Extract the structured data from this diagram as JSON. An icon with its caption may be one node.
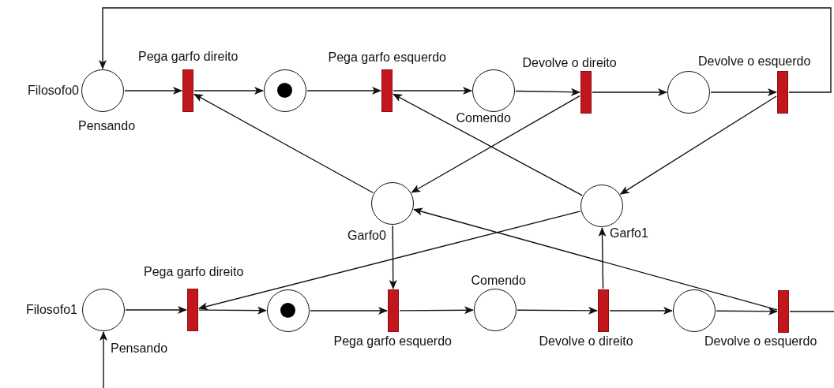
{
  "diagram": {
    "nodes": [
      {
        "text": [],
        "shape": "circle",
        "beside": [
          "Filosofo0",
          "Pensando"
        ]
      },
      {
        "text": [],
        "shape": "bar",
        "beside": [
          "Pega garfo direito"
        ]
      },
      {
        "text": [],
        "shape": "marked-circle"
      },
      {
        "text": [],
        "shape": "bar",
        "beside": [
          "Pega garfo esquerdo"
        ]
      },
      {
        "text": [],
        "shape": "circle",
        "beside": [
          "Comendo"
        ]
      },
      {
        "text": [],
        "shape": "bar",
        "beside": [
          "Devolve o direito"
        ]
      },
      {
        "text": [],
        "shape": "circle"
      },
      {
        "text": [],
        "shape": "bar",
        "beside": [
          "Devolve o esquerdo"
        ]
      },
      {
        "text": [],
        "shape": "circle",
        "beside": [
          "Garfo0"
        ]
      },
      {
        "text": [],
        "shape": "circle",
        "beside": [
          "Garfo1"
        ]
      },
      {
        "text": [],
        "shape": "circle",
        "beside": [
          "Filosofo1",
          "Pensando"
        ]
      },
      {
        "text": [],
        "shape": "bar",
        "beside": [
          "Pega garfo direito"
        ]
      },
      {
        "text": [],
        "shape": "marked-circle"
      },
      {
        "text": [],
        "shape": "bar",
        "beside": [
          "Pega garfo esquerdo"
        ]
      },
      {
        "text": [],
        "shape": "circle",
        "beside": [
          "Comendo"
        ]
      },
      {
        "text": [],
        "shape": "bar",
        "beside": [
          "Devolve o direito"
        ]
      },
      {
        "text": [],
        "shape": "circle"
      },
      {
        "text": [],
        "shape": "bar",
        "beside": [
          "Devolve o esquerdo"
        ]
      }
    ],
    "edges": [
      {
        "from": 0,
        "to": 1,
        "arrow": "to"
      },
      {
        "from": 1,
        "to": 2,
        "arrow": "to"
      },
      {
        "from": 2,
        "to": 3,
        "arrow": "to"
      },
      {
        "from": 3,
        "to": 4,
        "arrow": "to"
      },
      {
        "from": 4,
        "to": 5,
        "arrow": "to"
      },
      {
        "from": 5,
        "to": 6,
        "arrow": "to"
      },
      {
        "from": 6,
        "to": 7,
        "arrow": "to"
      },
      {
        "from": 7,
        "to": 0,
        "arrow": "to"
      },
      {
        "from": 8,
        "to": 1,
        "arrow": "to"
      },
      {
        "from": 5,
        "to": 8,
        "arrow": "to"
      },
      {
        "from": 9,
        "to": 3,
        "arrow": "to"
      },
      {
        "from": 7,
        "to": 9,
        "arrow": "to"
      },
      {
        "from": 10,
        "to": 11,
        "arrow": "to"
      },
      {
        "from": 11,
        "to": 12,
        "arrow": "to"
      },
      {
        "from": 12,
        "to": 13,
        "arrow": "to"
      },
      {
        "from": 13,
        "to": 14,
        "arrow": "to"
      },
      {
        "from": 14,
        "to": 15,
        "arrow": "to"
      },
      {
        "from": 15,
        "to": 16,
        "arrow": "to"
      },
      {
        "from": 16,
        "to": 17,
        "arrow": "to"
      },
      {
        "from": 17,
        "to": null,
        "arrow": "none"
      },
      {
        "from": null,
        "to": 10,
        "arrow": "to"
      },
      {
        "from": 9,
        "to": 11,
        "arrow": "to"
      },
      {
        "from": 8,
        "to": 13,
        "arrow": "to"
      },
      {
        "from": 15,
        "to": 9,
        "arrow": "to"
      },
      {
        "from": 17,
        "to": 8,
        "arrow": "to"
      }
    ]
  }
}
